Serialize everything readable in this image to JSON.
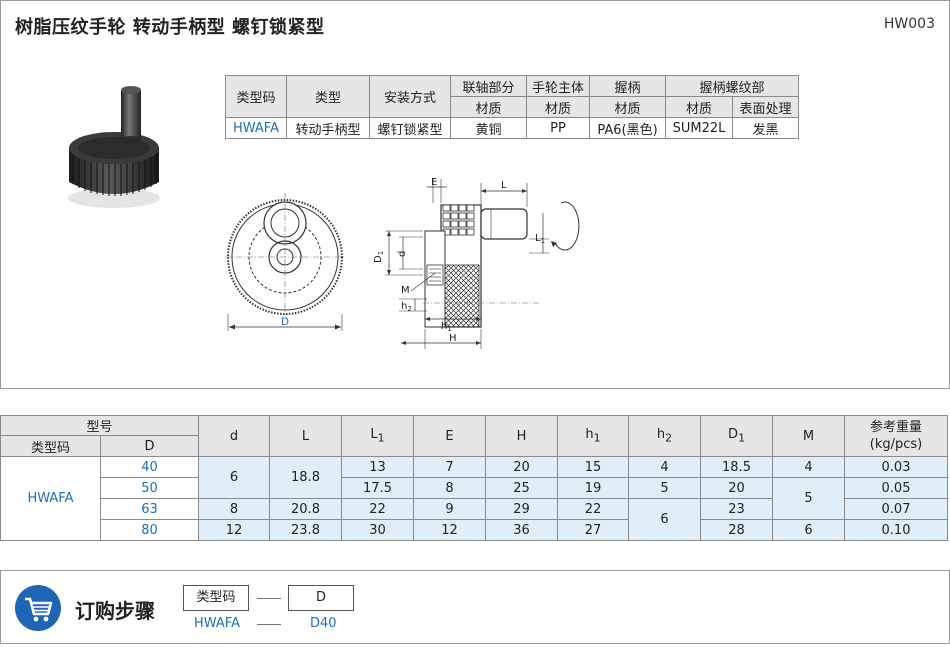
{
  "header": {
    "title": "树脂压纹手轮  转动手柄型  螺钉锁紧型",
    "code": "HW003"
  },
  "spec": {
    "h_type_code": "类型码",
    "h_type": "类型",
    "h_install": "安装方式",
    "h_shaft": "联轴部分",
    "h_body": "手轮主体",
    "h_grip": "握柄",
    "h_grip_screw": "握柄螺纹部",
    "h_material": "材质",
    "h_surface": "表面处理",
    "r_type_code": "HWAFA",
    "r_type": "转动手柄型",
    "r_install": "螺钉锁紧型",
    "r_shaft": "黄铜",
    "r_body": "PP",
    "r_grip": "PA6(黑色)",
    "r_grip_screw": "SUM22L",
    "r_surface": "发黑"
  },
  "drawing": {
    "front_d": "D",
    "side_e": "E",
    "side_l": "L",
    "side_l1": "L",
    "side_l1_sub": "1",
    "side_d1": "D",
    "side_d1_sub": "1",
    "side_d": "d",
    "side_m": "M",
    "side_h2": "h",
    "side_h2_sub": "2",
    "side_h1": "h",
    "side_h1_sub": "1",
    "side_h": "H"
  },
  "dims": {
    "h_model": "型号",
    "h_type_code": "类型码",
    "h_D": "D",
    "h_d": "d",
    "h_L": "L",
    "h_L1": "L",
    "h_E": "E",
    "h_H": "H",
    "h_h1": "h",
    "h_h2": "h",
    "h_D1": "D",
    "h_M": "M",
    "h_ref_weight": "参考重量",
    "h_unit": "(kg/pcs)",
    "sub1": "1",
    "sub2": "2",
    "type_code": "HWAFA",
    "rows": [
      {
        "D": "40",
        "d": "6",
        "L": "18.8",
        "L1": "13",
        "E": "7",
        "H": "20",
        "h1": "15",
        "h2": "4",
        "D1": "18.5",
        "M": "4",
        "w": "0.03"
      },
      {
        "D": "50",
        "L1": "17.5",
        "E": "8",
        "H": "25",
        "h1": "19",
        "h2": "5",
        "D1": "20",
        "M": "5",
        "w": "0.05"
      },
      {
        "D": "63",
        "d": "8",
        "L": "20.8",
        "L1": "22",
        "E": "9",
        "H": "29",
        "h1": "22",
        "h2": "6",
        "D1": "23",
        "w": "0.07"
      },
      {
        "D": "80",
        "d": "12",
        "L": "23.8",
        "L1": "30",
        "E": "12",
        "H": "36",
        "h1": "27",
        "D1": "28",
        "M": "6",
        "w": "0.10"
      }
    ]
  },
  "order": {
    "title": "订购步骤",
    "box1": "类型码",
    "box2": "D",
    "val1": "HWAFA",
    "val2": "D40"
  },
  "icons": {
    "cart": "cart-icon"
  },
  "colors": {
    "accent": "#1a6fbf",
    "highlight": "#e0eef9",
    "cart_bg": "#1f65b3"
  }
}
